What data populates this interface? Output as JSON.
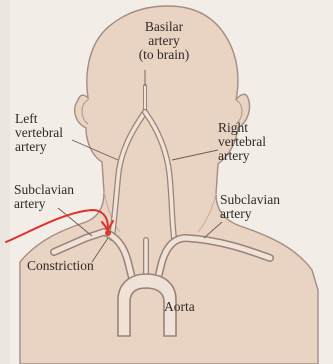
{
  "labels": {
    "basilar": [
      "Basilar",
      "artery",
      "(to brain)"
    ],
    "left_vertebral": [
      "Left",
      "vertebral",
      "artery"
    ],
    "right_vertebral": [
      "Right",
      "vertebral",
      "artery"
    ],
    "subclavian_left": [
      "Subclavian",
      "artery"
    ],
    "subclavian_right": [
      "Subclavian",
      "artery"
    ],
    "constriction": "Constriction",
    "aorta": "Aorta"
  },
  "colors": {
    "skin": "#e9d3c3",
    "skin_shadow": "#d9bda9",
    "outline": "#a48d82",
    "artery_fill": "#efe2d8",
    "artery_outline": "#9b8276",
    "annotation_red": "#e0302a",
    "background": "#f3ede7"
  }
}
